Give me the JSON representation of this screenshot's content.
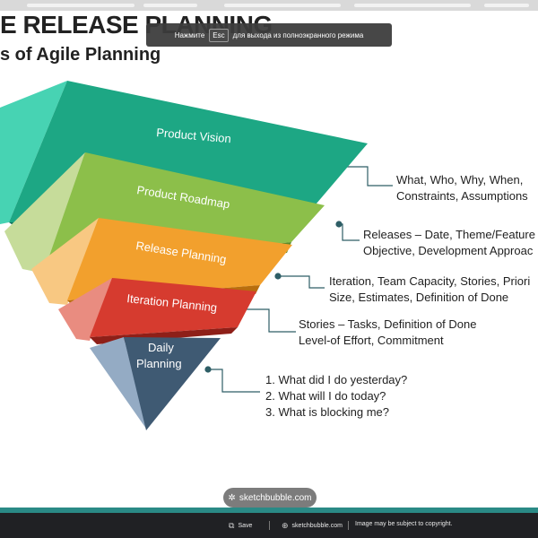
{
  "slide": {
    "title": "E RELEASE PLANNING",
    "subtitle": "s of Agile Planning"
  },
  "fullscreen_notice": {
    "prefix": "Нажмите",
    "key": "Esc",
    "suffix": "для выхода из полноэкранного режима"
  },
  "funnel": {
    "levels": [
      {
        "label": "Product Vision",
        "color": "#1da784"
      },
      {
        "label": "Product Roadmap",
        "color": "#8cbf4a"
      },
      {
        "label": "Release Planning",
        "color": "#f2a02d"
      },
      {
        "label": "Iteration Planning",
        "color": "#d63b2f"
      },
      {
        "label_line1": "Daily",
        "label_line2": "Planning",
        "color": "#3f5a73"
      }
    ],
    "descriptions": [
      {
        "line1": "What, Who, Why, When,",
        "line2": "Constraints, Assumptions"
      },
      {
        "line1": "Releases – Date, Theme/Feature",
        "line2": "Objective, Development Approac"
      },
      {
        "line1": "Iteration, Team Capacity, Stories, Priori",
        "line2": "Size, Estimates, Definition of Done"
      },
      {
        "line1": "Stories – Tasks, Definition of Done",
        "line2": "Level-of Effort, Commitment"
      }
    ],
    "daily_list": [
      "1.  What did I do yesterday?",
      "2.  What will I do today?",
      "3.  What is blocking me?"
    ]
  },
  "watermark": {
    "icon": "sketchbubble-logo-icon",
    "text": "sketchbubble.com"
  },
  "bottom_bar": {
    "save_label": "Save",
    "site_label": "sketchbubble.com",
    "copyright": "Image may be subject to copyright."
  }
}
